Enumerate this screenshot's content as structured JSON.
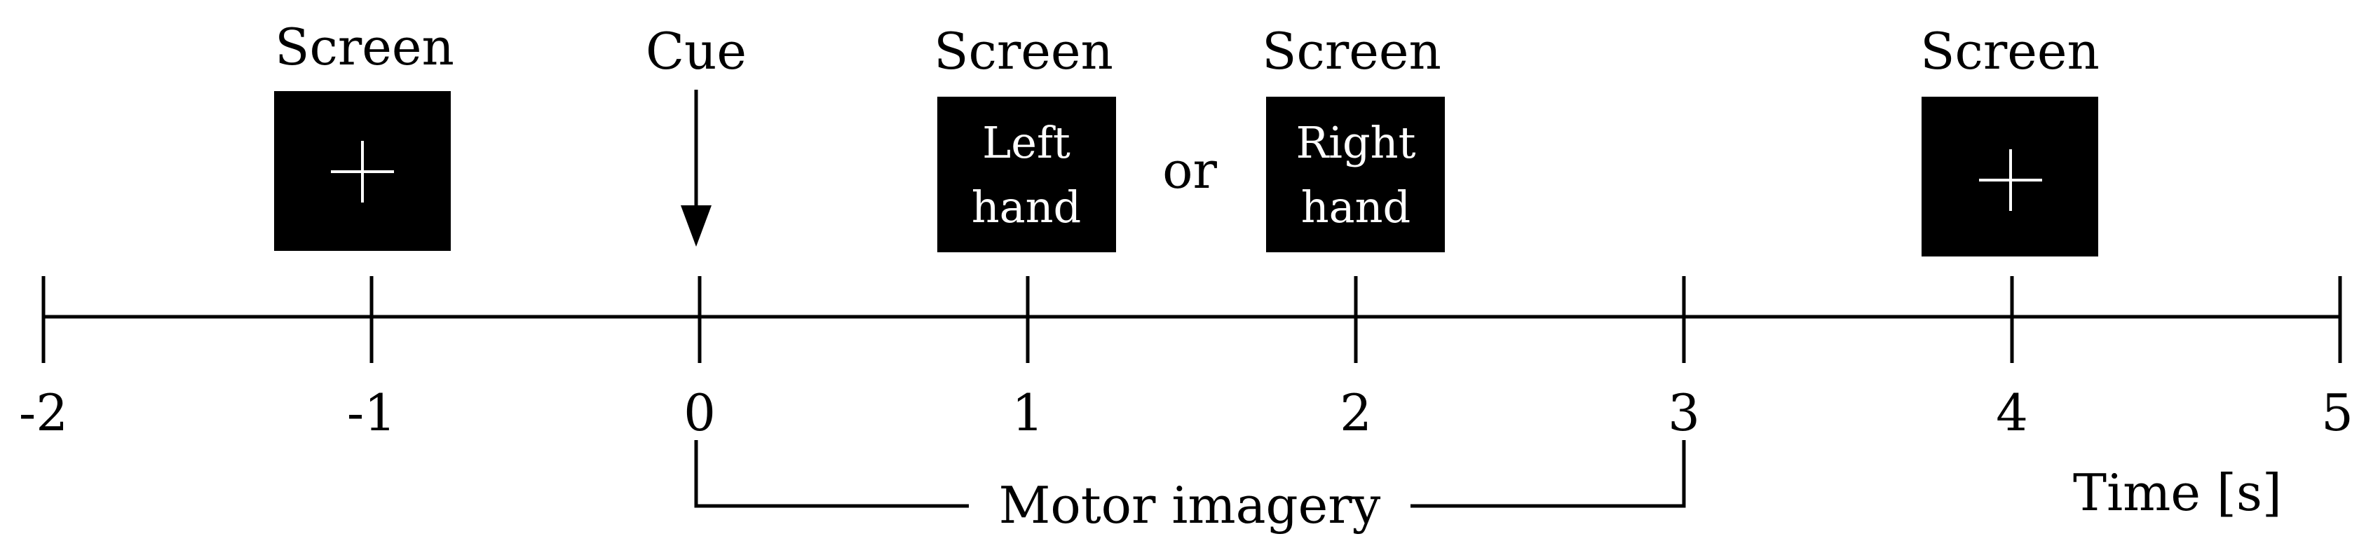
{
  "screen_labels": [
    "Screen",
    "Screen",
    "Screen",
    "Screen"
  ],
  "cue_label": "Cue",
  "instruction_left": [
    "Left",
    "hand"
  ],
  "instruction_right": [
    "Right",
    "hand"
  ],
  "or_text": "or",
  "fixation_symbol": "+",
  "timeline": {
    "ticks": [
      "-2",
      "-1",
      "0",
      "1",
      "2",
      "3",
      "4",
      "5"
    ],
    "xlabel": "Time [s]"
  },
  "interval_label": "Motor imagery"
}
